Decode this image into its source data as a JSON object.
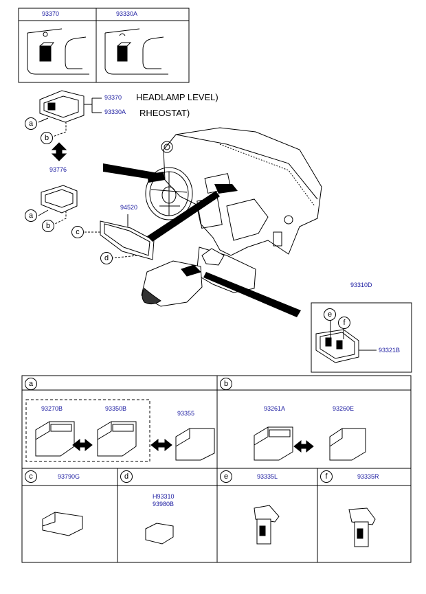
{
  "top_boxes": [
    {
      "part": "93370"
    },
    {
      "part": "93330A"
    }
  ],
  "callouts": {
    "part_93370": "93370",
    "part_93330A": "93330A",
    "headlamp_level": "HEADLAMP LEVEL)",
    "rheostat": "RHEOSTAT)",
    "part_93776": "93776",
    "part_94520": "94520",
    "part_93310D": "93310D",
    "part_93321B": "93321B"
  },
  "letters": {
    "a": "a",
    "b": "b",
    "c": "c",
    "d": "d",
    "e": "e",
    "f": "f"
  },
  "table": {
    "a": {
      "letter": "a",
      "parts": [
        "93270B",
        "93350B",
        "93355"
      ]
    },
    "b": {
      "letter": "b",
      "parts": [
        "93261A",
        "93260E"
      ]
    },
    "c": {
      "letter": "c",
      "part": "93790G"
    },
    "d": {
      "letter": "d",
      "part1": "H93310",
      "part2": "93980B"
    },
    "e": {
      "letter": "e",
      "part": "93335L"
    },
    "f": {
      "letter": "f",
      "part": "93335R"
    }
  }
}
